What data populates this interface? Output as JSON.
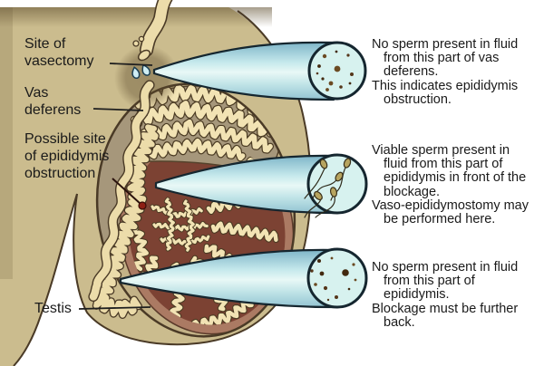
{
  "title": "Vasectomy and epididymis obstruction diagram",
  "left_labels": [
    {
      "id": "site-of-vasectomy",
      "text": "Site of\nvasectomy"
    },
    {
      "id": "vas-deferens",
      "text": "Vas\ndeferens"
    },
    {
      "id": "possible-site-of-epididymis-obstruction",
      "text": "Possible site\nof epididymis\nobstruction"
    },
    {
      "id": "testis",
      "text": "Testis"
    }
  ],
  "annotations": [
    {
      "id": "vas-fluid",
      "sentence1": "No sperm present in fluid from this part of vas deferens.",
      "sentence2": "This indicates epididymis obstruction."
    },
    {
      "id": "epididymis-front-of-blockage",
      "sentence1": "Viable sperm present in fluid from this part of epididymis in front of the blockage.",
      "sentence2": "Vaso-epididymostomy may be performed here."
    },
    {
      "id": "epididymis-behind-blockage",
      "sentence1": "No sperm present in fluid from this part of epididymis.",
      "sentence2": "Blockage must be further back."
    }
  ],
  "magnifiers": [
    {
      "id": "magnifier-vas",
      "content": "fluid with debris, no sperm"
    },
    {
      "id": "magnifier-epididymis-front",
      "content": "fluid with viable sperm"
    },
    {
      "id": "magnifier-epididymis",
      "content": "fluid with debris, no sperm"
    }
  ],
  "colors": {
    "background": "#ffffff",
    "skin_tan": "#cbbc8e",
    "outline_brown": "#4a3a26",
    "testis_capsule": "#c3b287",
    "epididymis_region": "#a6977b",
    "tubule_cream": "#f2e3b4",
    "testis_red": "#ab7a63",
    "testis_red_deep": "#7c4233",
    "tube_fill": "#ecdcaa",
    "magnifier_cyan": "#d7f2ef",
    "magnifier_outline": "#15262f",
    "obstruction_red": "#8e1f14",
    "speck_brown": "#55361a",
    "sperm_head": "#b7a45f",
    "label_text": "#1a1a1a"
  }
}
